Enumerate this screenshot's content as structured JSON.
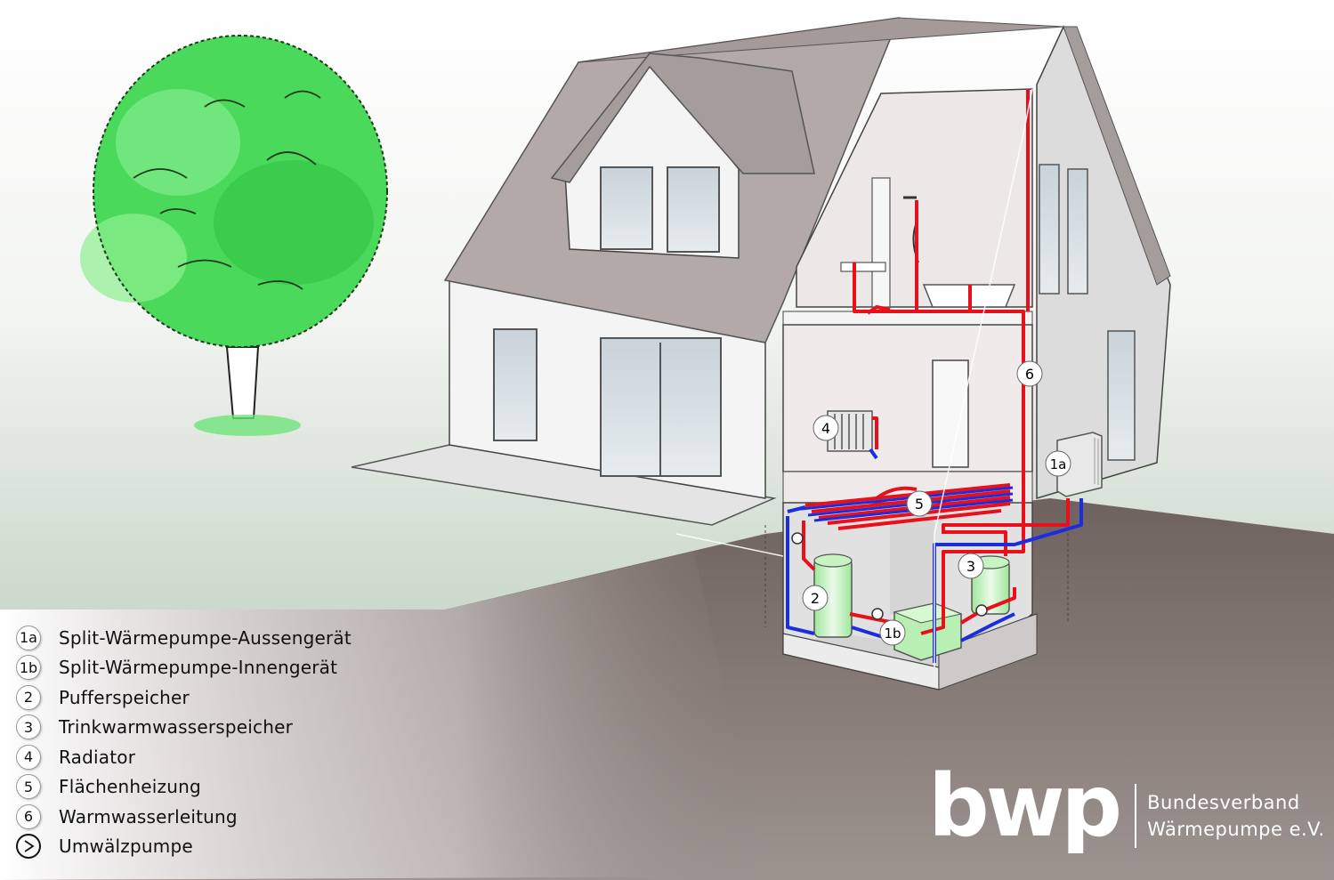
{
  "callouts": {
    "c1a": "1a",
    "c1b": "1b",
    "c2": "2",
    "c3": "3",
    "c4": "4",
    "c5": "5",
    "c6": "6"
  },
  "legend": [
    {
      "badge": "1a",
      "label": "Split-Wärmepumpe-Aussengerät"
    },
    {
      "badge": "1b",
      "label": "Split-Wärmepumpe-Innengerät"
    },
    {
      "badge": "2",
      "label": "Pufferspeicher"
    },
    {
      "badge": "3",
      "label": "Trinkwarmwasserspeicher"
    },
    {
      "badge": "4",
      "label": "Radiator"
    },
    {
      "badge": "5",
      "label": "Flächenheizung"
    },
    {
      "badge": "6",
      "label": "Warmwasserleitung"
    },
    {
      "badge": "",
      "icon": "pump-symbol-icon",
      "label": "Umwälzpumpe"
    }
  ],
  "brand": {
    "mark": "bwp",
    "line1": "Bundesverband",
    "line2": "Wärmepumpe e.V."
  },
  "colors": {
    "hot_pipe": "#e8101a",
    "cold_pipe": "#1a2ee0",
    "tree": "#3fd24f",
    "roof": "#b3a9a8",
    "wall": "#f4f4f4",
    "ground": "#7d716d"
  }
}
